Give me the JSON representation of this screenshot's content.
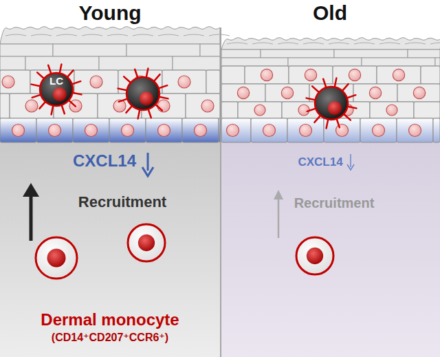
{
  "diagram": {
    "nodes": [
      {
        "text": [
          "LC"
        ]
      }
    ],
    "labels": [
      "Young",
      "Old",
      "CXCL14",
      "Recruitment",
      "Dermal monocyte",
      "(CD14⁺CD207⁺CCR6⁺)",
      "CXCL14",
      "Recruitment"
    ]
  }
}
